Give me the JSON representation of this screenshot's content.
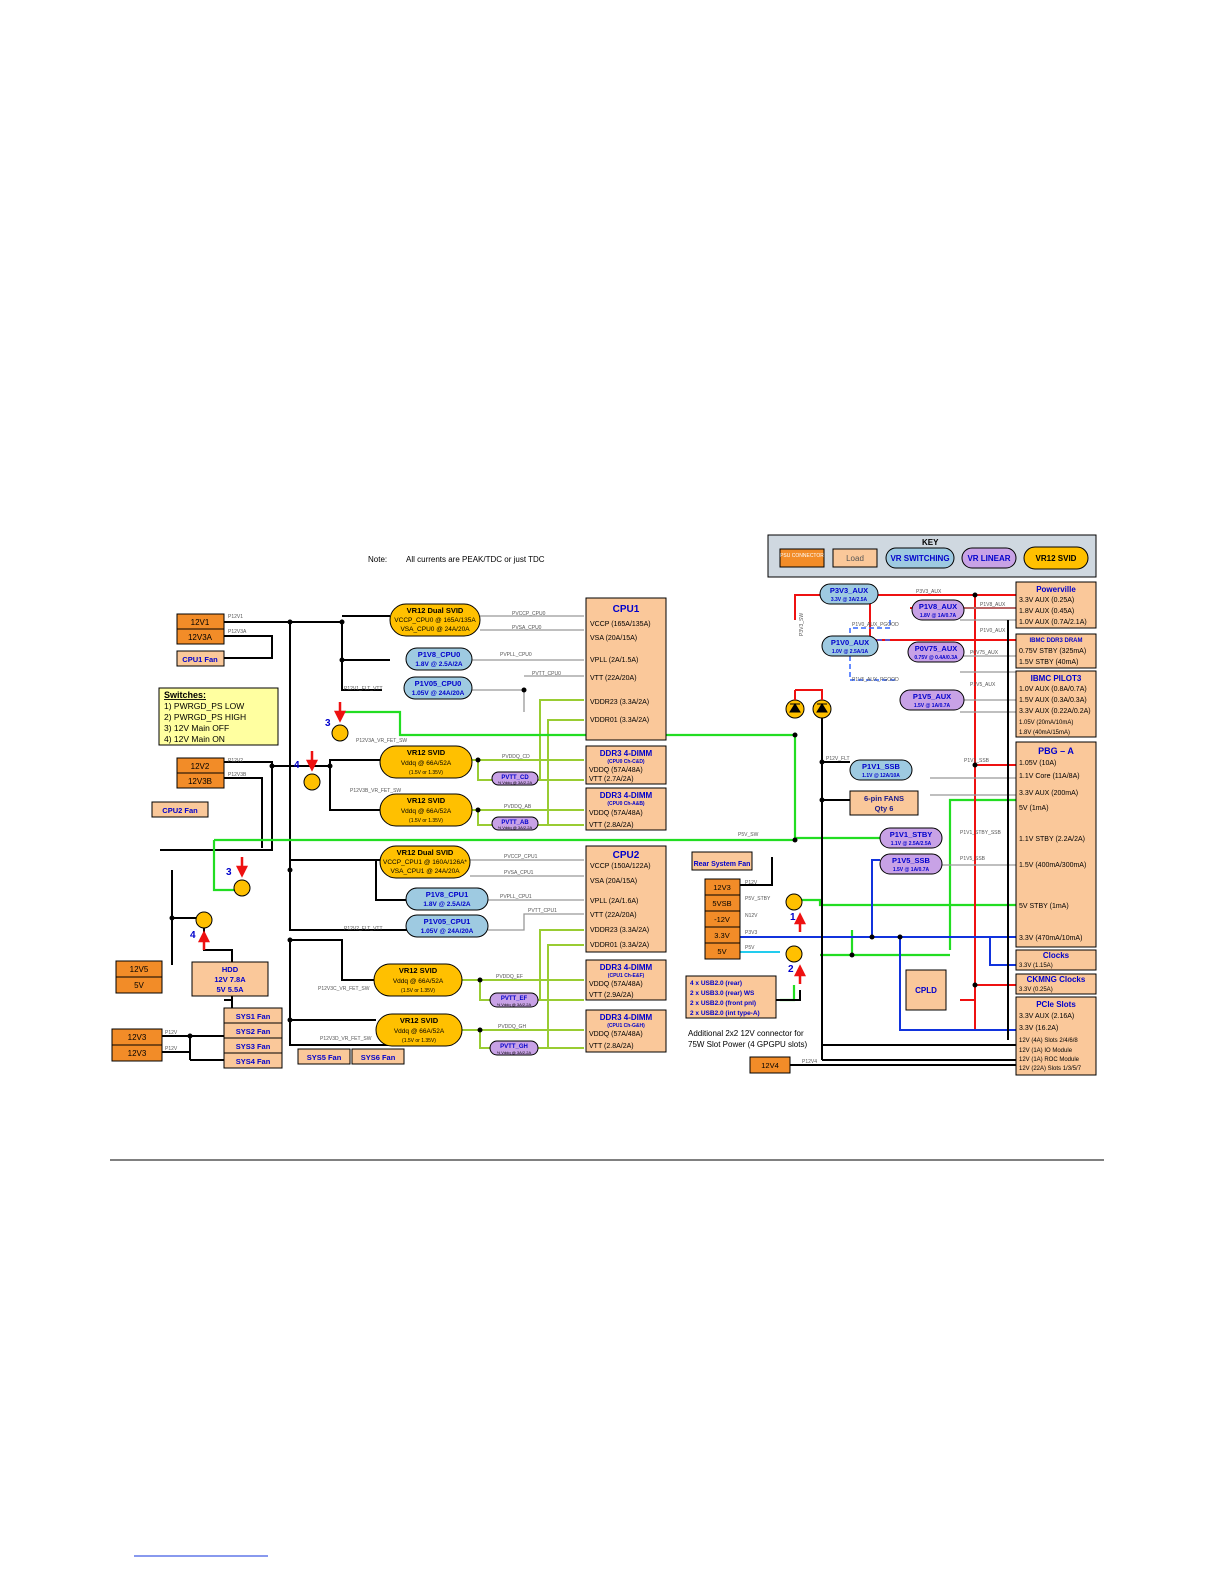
{
  "note": {
    "label": "Note:",
    "text": "All currents are PEAK/TDC or just TDC"
  },
  "key": {
    "title": "KEY",
    "psu": "PSU CONNECTOR",
    "load": "Load",
    "vr_switching": "VR SWITCHING",
    "vr_linear": "VR LINEAR",
    "vr12_svid": "VR12 SVID"
  },
  "switches": {
    "title": "Switches:",
    "items": [
      "1) PWRGD_PS LOW",
      "2) PWRGD_PS HIGH",
      "3) 12V Main OFF",
      "4) 12V Main ON"
    ]
  },
  "psu": {
    "a1": "12V1",
    "a2": "12V3A",
    "b1": "12V2",
    "b2": "12V3B",
    "hdd1": "12V5",
    "hdd2": "5V",
    "fan1": "12V3",
    "fan2": "12V3",
    "main": [
      "12V3",
      "5VSB",
      "-12V",
      "3.3V",
      "5V"
    ],
    "v4": "12V4"
  },
  "fans": {
    "cpu1": "CPU1 Fan",
    "cpu2": "CPU2 Fan",
    "sys": [
      "SYS1 Fan",
      "SYS2 Fan",
      "SYS3 Fan",
      "SYS4 Fan"
    ],
    "sys5": "SYS5 Fan",
    "sys6": "SYS6 Fan",
    "rear": "Rear System Fan",
    "six_pin": [
      "6-pin FANS",
      "Qty 6"
    ]
  },
  "hdd": [
    "HDD",
    "12V 7.8A",
    "5V 5.5A"
  ],
  "vr_cpu0": {
    "title": "VR12 Dual SVID",
    "l1": "VCCP_CPU0 @ 165A/135A",
    "l2": "VSA_CPU0 @ 24A/20A"
  },
  "p1v8_cpu0": {
    "title": "P1V8_CPU0",
    "sub": "1.8V @ 2.5A/2A"
  },
  "p1v05_cpu0": {
    "title": "P1V05_CPU0",
    "sub": "1.05V @ 24A/20A"
  },
  "vr_cpu1": {
    "title": "VR12 Dual SVID",
    "l1": "VCCP_CPU1 @ 160A/126A*",
    "l2": "VSA_CPU1 @ 24A/20A"
  },
  "p1v8_cpu1": {
    "title": "P1V8_CPU1",
    "sub": "1.8V @ 2.5A/2A"
  },
  "p1v05_cpu1": {
    "title": "P1V05_CPU1",
    "sub": "1.05V @ 24A/20A"
  },
  "vr_svid": {
    "title": "VR12 SVID",
    "sub": "Vddq @ 66A/52A",
    "sub2": "(1.5V or 1.35V)"
  },
  "pvtt": {
    "cd": "PVTT_CD",
    "ab": "PVTT_AB",
    "ef": "PVTT_EF",
    "gh": "PVTT_GH",
    "sub": "½ Vddq @ 3A/2.2A"
  },
  "cpu1": {
    "title": "CPU1",
    "rails": [
      "VCCP (165A/135A)",
      "VSA (20A/15A)",
      "VPLL (2A/1.5A)",
      "VTT (22A/20A)",
      "VDDR23 (3.3A/2A)",
      "VDDR01 (3.3A/2A)"
    ]
  },
  "cpu2": {
    "title": "CPU2",
    "rails": [
      "VCCP (150A/122A)",
      "VSA (20A/15A)",
      "VPLL (2A/1.6A)",
      "VTT (22A/20A)",
      "VDDR23 (3.3A/2A)",
      "VDDR01 (3.3A/2A)"
    ]
  },
  "ddr": [
    {
      "title": "DDR3 4-DIMM",
      "sub": "(CPU0 Ch-C&D)",
      "vddq": "VDDQ (57A/48A)",
      "vtt": "VTT (2.7A/2A)"
    },
    {
      "title": "DDR3 4-DIMM",
      "sub": "(CPU0 Ch-A&B)",
      "vddq": "VDDQ (57A/48A)",
      "vtt": "VTT (2.8A/2A)"
    },
    {
      "title": "DDR3 4-DIMM",
      "sub": "(CPU1 Ch-E&F)",
      "vddq": "VDDQ (57A/48A)",
      "vtt": "VTT (2.9A/2A)"
    },
    {
      "title": "DDR3 4-DIMM",
      "sub": "(CPU1 Ch-G&H)",
      "vddq": "VDDQ (57A/48A)",
      "vtt": "VTT (2.8A/2A)"
    }
  ],
  "linear": {
    "p3v3_aux": {
      "title": "P3V3_AUX",
      "sub": "3.3V @ 3A/2.5A"
    },
    "p1v8_aux": {
      "title": "P1V8_AUX",
      "sub": "1.8V @ 1A/0.7A"
    },
    "p1v0_aux": {
      "title": "P1V0_AUX",
      "sub": "1.0V @ 2.5A/1A"
    },
    "p0v75_aux": {
      "title": "P0V75_AUX",
      "sub": "0.75V @ 0.4A/0.3A"
    },
    "p1v5_aux": {
      "title": "P1V5_AUX",
      "sub": "1.5V @ 1A/0.7A"
    },
    "p1v1_ssb": {
      "title": "P1V1_SSB",
      "sub": "1.1V @ 12A/10A"
    },
    "p1v1_stby": {
      "title": "P1V1_STBY",
      "sub": "1.1V @ 2.5A/2.5A"
    },
    "p1v5_ssb": {
      "title": "P1V5_SSB",
      "sub": "1.5V @ 1A/0.7A"
    }
  },
  "powerville": {
    "title": "Powerville",
    "rails": [
      "3.3V AUX (0.25A)",
      "1.8V AUX (0.45A)",
      "1.0V AUX (0.7A/2.1A)"
    ]
  },
  "ibmc_ddr3": {
    "title": "IBMC DDR3 DRAM",
    "rails": [
      "0.75V STBY (325mA)",
      "1.5V STBY (40mA)"
    ]
  },
  "ibmc_pilot": {
    "title": "IBMC PILOT3",
    "rails": [
      "1.0V AUX (0.8A/0.7A)",
      "1.5V AUX (0.3A/0.3A)",
      "3.3V AUX (0.22A/0.2A)",
      "1.05V (20mA/10mA)",
      "1.8V (40mA/15mA)"
    ]
  },
  "pbg": {
    "title": "PBG – A",
    "rails": [
      "1.05V (10A)",
      "1.1V Core (11A/8A)",
      "3.3V AUX (200mA)",
      "5V (1mA)",
      "1.1V STBY (2.2A/2A)",
      "1.5V (400mA/300mA)",
      "5V STBY (1mA)",
      "3.3V (470mA/10mA)"
    ]
  },
  "clocks": {
    "title": "Clocks",
    "rail": "3.3V (1.15A)"
  },
  "ckmng": {
    "title": "CKMNG Clocks",
    "rail": "3.3V (0.25A)"
  },
  "pcie": {
    "title": "PCIe Slots",
    "rails": [
      "3.3V AUX (2.16A)",
      "3.3V (16.2A)",
      "12V (4A) Slots 2/4/6/8",
      "12V (1A) IO Module",
      "12V (1A) ROC Module",
      "12V (22A) Slots 1/3/5/7"
    ]
  },
  "cpld": "CPLD",
  "usb": [
    "4 x USB2.0 (rear)",
    "2 x USB3.0 (rear) WS",
    "2 x USB2.0 (front pnl)",
    "2 x USB2.0 (int type-A)"
  ],
  "additional": [
    "Additional 2x2 12V connector for",
    "75W Slot Power (4 GPGPU slots)"
  ],
  "marks": {
    "one": "1",
    "two": "2",
    "three": "3",
    "four": "4"
  },
  "nets": {
    "p12v1": "P12V1",
    "p12v3a": "P12V3A",
    "p12v2": "P12V2",
    "p12v3b": "P12V3B",
    "p12v4": "P12V4",
    "p12v": "P12V",
    "p5v_stby": "P5V_STBY",
    "n12v": "N12V",
    "p3v3": "P3V3",
    "p5v": "P5V",
    "p12v_hdd": "P12V",
    "p12v_sys": "P12V",
    "p12v1_vtt": "P12V1_FLT_VTT",
    "p12v2_vtt": "P12V2_FLT_VTT",
    "p12v3a_fet": "P12V3A_VR_FET_SW",
    "p12v3b_fet": "P12V3B_VR_FET_SW",
    "p12v3c_fet": "P12V3C_VR_FET_SW",
    "p12v3d_fet": "P12V3D_VR_FET_SW",
    "pvccp_cpu0": "PVCCP_CPU0",
    "pvsa_cpu0": "PVSA_CPU0",
    "pvpll_cpu0": "PVPLL_CPU0",
    "pvtt_cpu0": "PVTT_CPU0",
    "pvccp_cpu1": "PVCCP_CPU1",
    "pvsa_cpu1": "PVSA_CPU1",
    "pvpll_cpu1": "PVPLL_CPU1",
    "pvtt_cpu1": "PVTT_CPU1",
    "pvddq_cd": "PVDDQ_CD",
    "pvddq_ab": "PVDDQ_AB",
    "pvddq_ef": "PVDDQ_EF",
    "pvddq_gh": "PVDDQ_GH",
    "p3v3_aux": "P3V3_AUX",
    "p1v8_aux": "P1V8_AUX",
    "p1v0_aux": "P1V0_AUX",
    "p0v75_aux": "P0V75_AUX",
    "p1v5_aux": "P1V5_AUX",
    "p1v5_aux_pgood": "P1V5_AUX_PGOOD",
    "p1v0_aux_pgood": "P1V0_AUX_PGOOD",
    "p1v1_flt": "P12V_FLT",
    "p1v1_ssb": "P1V1_SSB",
    "p1v1_stby": "P1V1_STBY_SSB",
    "p1v5_ssb": "P1V5_SSB",
    "p5v_sw": "P5V_SW",
    "p3v3_sw": "P3V3_SW"
  }
}
